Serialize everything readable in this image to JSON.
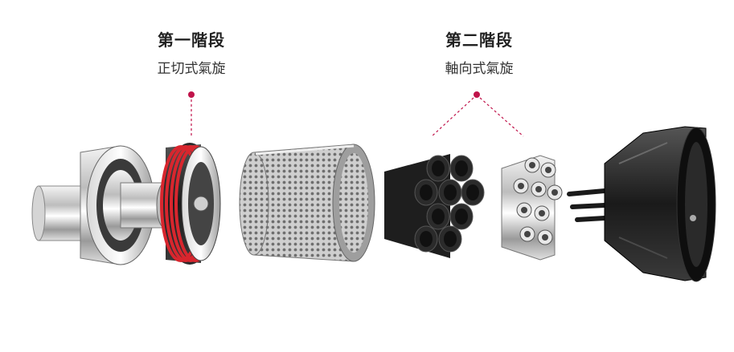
{
  "stages": [
    {
      "title": "第一階段",
      "subtitle": "正切式氣旋"
    },
    {
      "title": "第二階段",
      "subtitle": "軸向式氣旋"
    }
  ],
  "colors": {
    "accent": "#c0134a",
    "ring_red": "#d8262e",
    "metal_dark": "#2a2a2a",
    "metal_light": "#e6e6e6"
  },
  "icons": [
    "outer-bin-icon",
    "first-stage-cyclone-icon",
    "mesh-shroud-icon",
    "cyclone-cones-icon",
    "second-stage-cyclone-icon",
    "motor-housing-icon"
  ]
}
